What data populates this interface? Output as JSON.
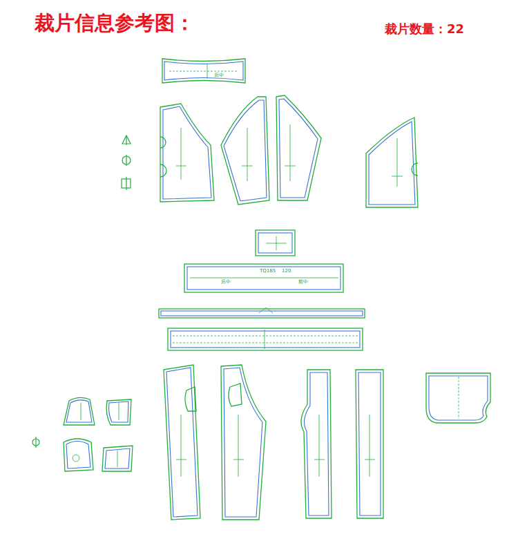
{
  "diagram": {
    "title": "裁片信息参考图：",
    "labels": [
      "裁片数量：22",
      "后中",
      "TQ185",
      "120",
      "后中",
      "前中"
    ]
  }
}
